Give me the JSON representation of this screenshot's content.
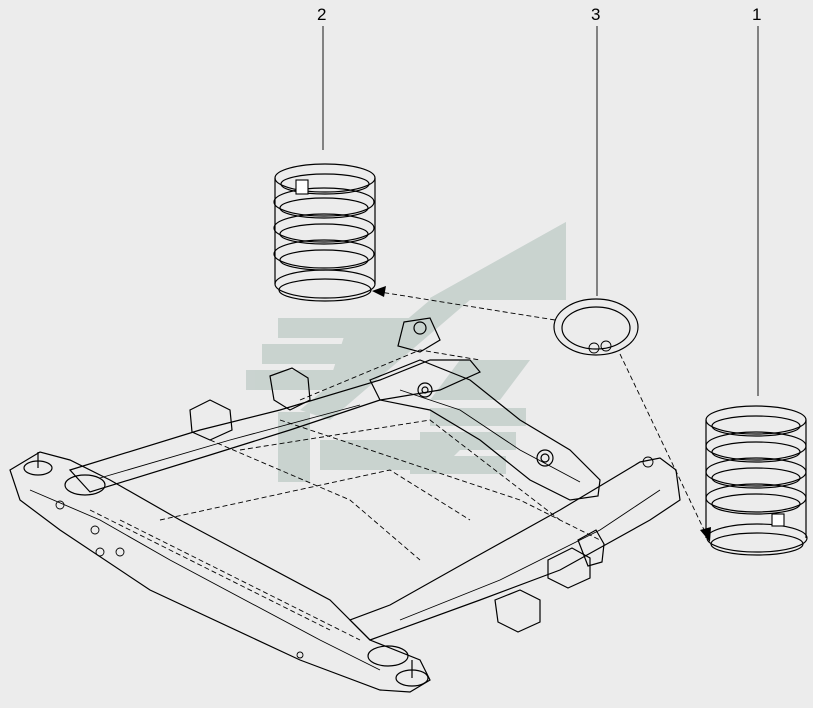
{
  "diagram": {
    "callouts": [
      {
        "id": "1",
        "label": "1"
      },
      {
        "id": "2",
        "label": "2"
      },
      {
        "id": "3",
        "label": "3"
      }
    ]
  },
  "colors": {
    "background": "#ececec",
    "line": "#000000",
    "watermark": "#c4cfcb"
  },
  "watermark": {
    "icon": "brand-logo-watermark"
  }
}
